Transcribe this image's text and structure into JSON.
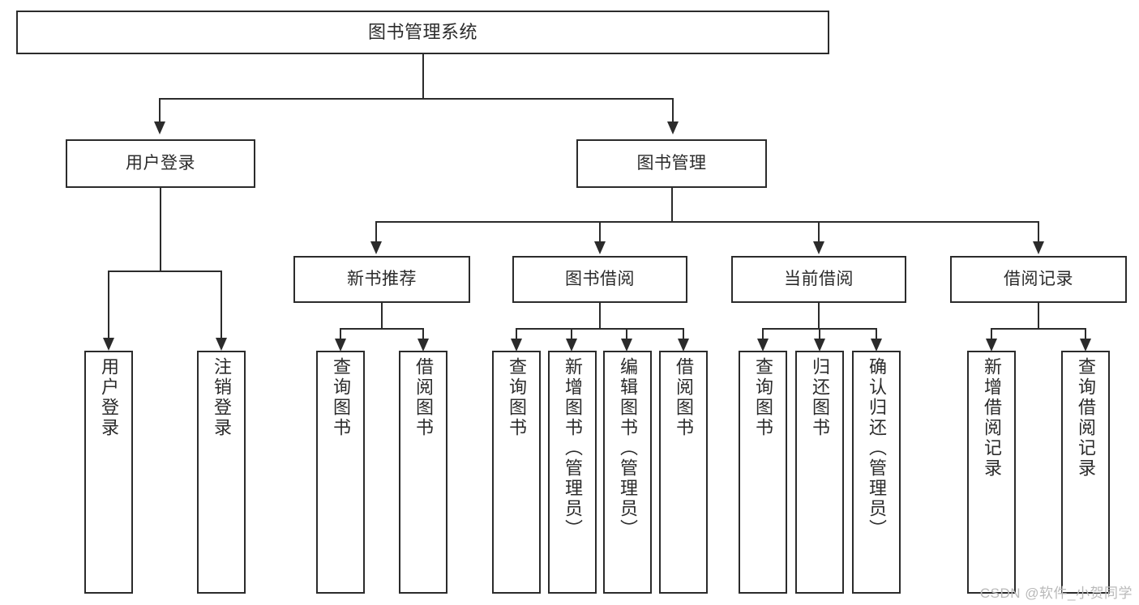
{
  "diagram": {
    "title": "图书管理系统",
    "watermark": "CSDN @软件_小贺同学",
    "colors": {
      "stroke": "#2b2b2b",
      "background": "#ffffff",
      "text": "#2b2b2b",
      "watermark": "#b9b9b9"
    },
    "root": {
      "label": "图书管理系统"
    },
    "level2": [
      {
        "label": "用户登录"
      },
      {
        "label": "图书管理"
      }
    ],
    "level3": [
      {
        "label": "新书推荐"
      },
      {
        "label": "图书借阅"
      },
      {
        "label": "当前借阅"
      },
      {
        "label": "借阅记录"
      }
    ],
    "leaves": {
      "user_login": [
        {
          "label": "用户登录"
        },
        {
          "label": "注销登录"
        }
      ],
      "new_book_recommend": [
        {
          "label": "查询图书"
        },
        {
          "label": "借阅图书"
        }
      ],
      "book_borrow": [
        {
          "label": "查询图书"
        },
        {
          "label": "新增图书（管理员）"
        },
        {
          "label": "编辑图书（管理员）"
        },
        {
          "label": "借阅图书"
        }
      ],
      "current_borrow": [
        {
          "label": "查询图书"
        },
        {
          "label": "归还图书"
        },
        {
          "label": "确认归还（管理员）"
        }
      ],
      "borrow_record": [
        {
          "label": "新增借阅记录"
        },
        {
          "label": "查询借阅记录"
        }
      ]
    }
  }
}
